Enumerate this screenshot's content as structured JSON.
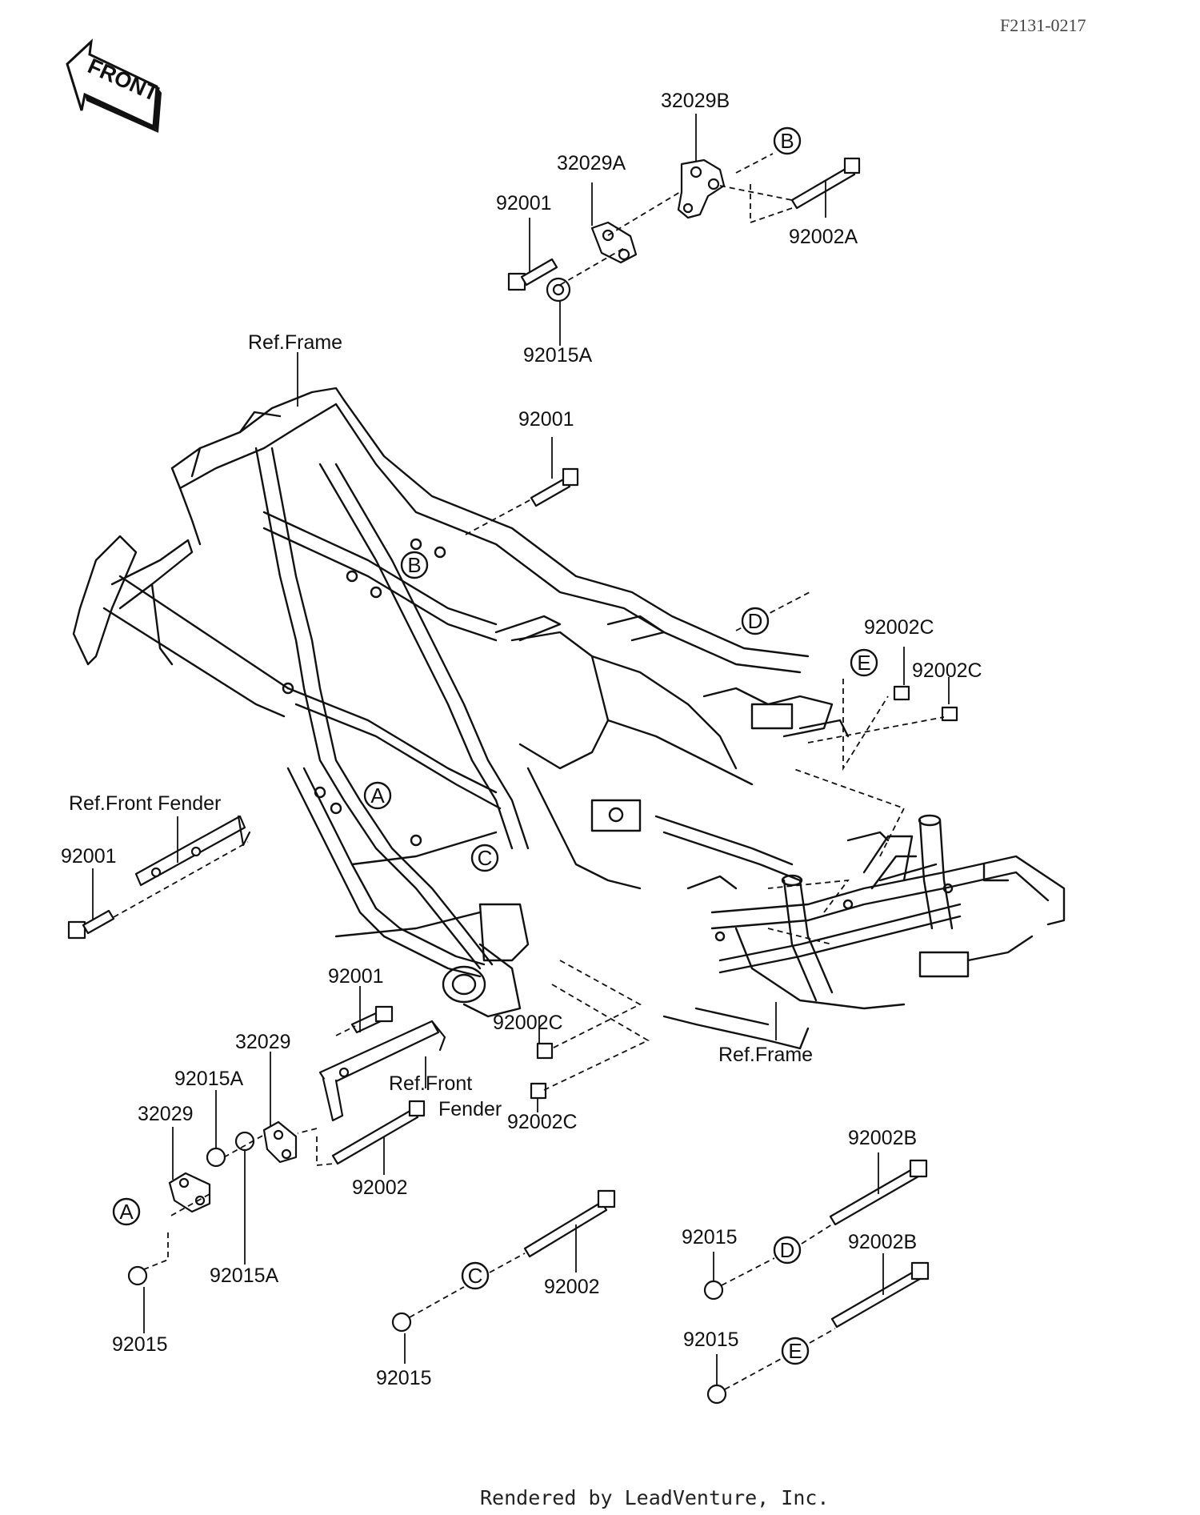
{
  "header": {
    "drawing_code": "F2131-0217"
  },
  "front_arrow": {
    "label": "FRONT"
  },
  "ref_labels": {
    "frame_top": "Ref.Frame",
    "frame_bottom": "Ref.Frame",
    "front_fender_left": "Ref.Front Fender",
    "front_fender_center_1": "Ref.Front",
    "front_fender_center_2": "Fender"
  },
  "callouts": {
    "a": "A",
    "b": "B",
    "c": "C",
    "d": "D",
    "e": "E"
  },
  "parts": [
    {
      "id": "p1",
      "number": "32029B"
    },
    {
      "id": "p2",
      "number": "32029A"
    },
    {
      "id": "p3",
      "number": "92001"
    },
    {
      "id": "p4",
      "number": "92002A"
    },
    {
      "id": "p5",
      "number": "92015A"
    },
    {
      "id": "p6",
      "number": "92001"
    },
    {
      "id": "p7",
      "number": "92002C"
    },
    {
      "id": "p8",
      "number": "92002C"
    },
    {
      "id": "p9",
      "number": "92001"
    },
    {
      "id": "p10",
      "number": "92001"
    },
    {
      "id": "p11",
      "number": "32029"
    },
    {
      "id": "p12",
      "number": "92015A"
    },
    {
      "id": "p13",
      "number": "32029"
    },
    {
      "id": "p14",
      "number": "92002C"
    },
    {
      "id": "p15",
      "number": "92002C"
    },
    {
      "id": "p16",
      "number": "92002"
    },
    {
      "id": "p17",
      "number": "92015A"
    },
    {
      "id": "p18",
      "number": "92015"
    },
    {
      "id": "p19",
      "number": "92002B"
    },
    {
      "id": "p20",
      "number": "92015"
    },
    {
      "id": "p21",
      "number": "92002"
    },
    {
      "id": "p22",
      "number": "92002B"
    },
    {
      "id": "p23",
      "number": "92015"
    },
    {
      "id": "p24",
      "number": "92015"
    }
  ],
  "footer": {
    "text": "Rendered by LeadVenture, Inc."
  }
}
